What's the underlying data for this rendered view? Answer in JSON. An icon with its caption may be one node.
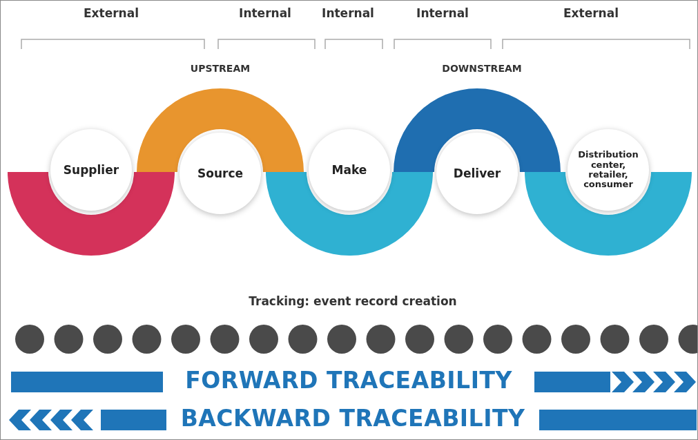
{
  "diagram": {
    "nodes": [
      {
        "text": [
          "Supplier"
        ]
      },
      {
        "text": [
          "Source"
        ]
      },
      {
        "text": [
          "Make"
        ]
      },
      {
        "text": [
          "Deliver"
        ]
      },
      {
        "text": [
          "Distribution center, retailer, consumer"
        ]
      }
    ],
    "labels": [
      "External",
      "Internal",
      "Internal",
      "Internal",
      "External",
      "UPSTREAM",
      "DOWNSTREAM",
      "Tracking: event record creation",
      "FORWARD TRACEABILITY",
      "BACKWARD TRACEABILITY"
    ]
  }
}
